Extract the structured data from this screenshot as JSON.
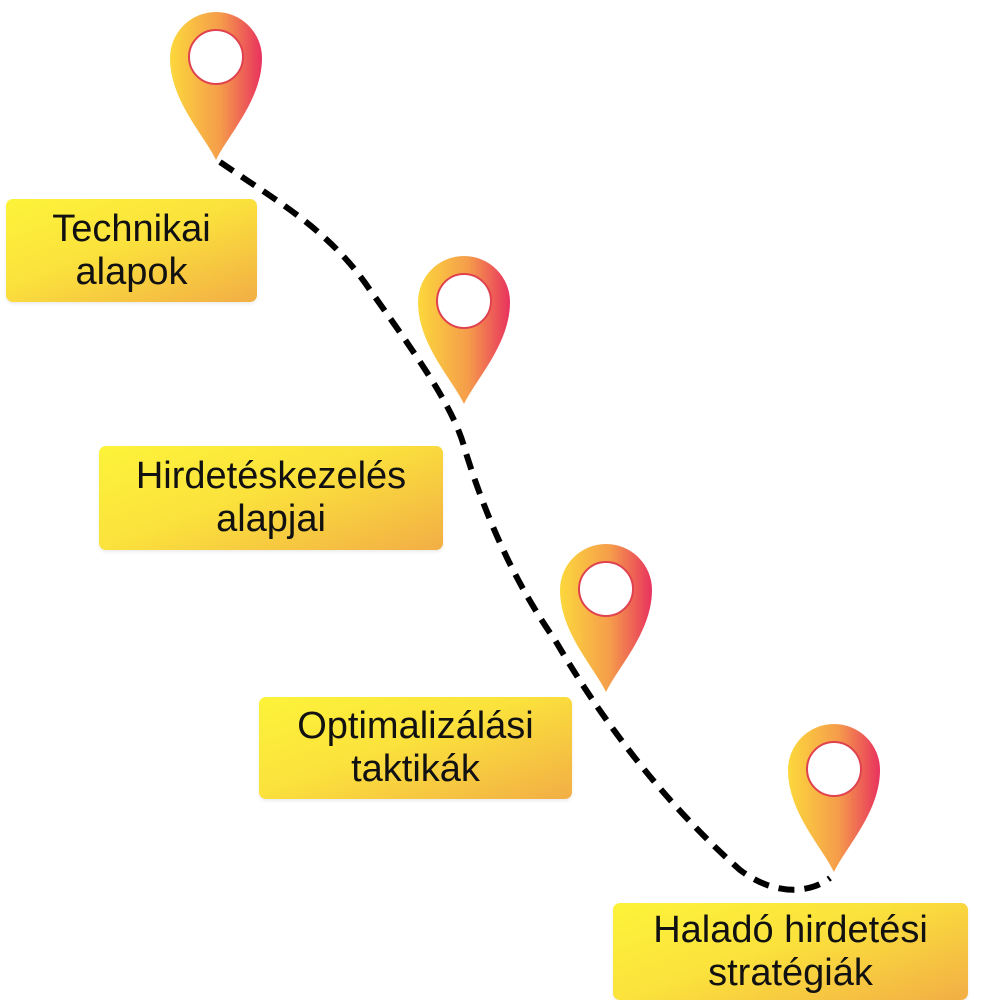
{
  "colors": {
    "pin_gradient_start": "#fcd83c",
    "pin_gradient_mid": "#f59c4b",
    "pin_gradient_end": "#e8325e",
    "label_gradient_start": "#fdf33a",
    "label_gradient_end": "#f2ae45",
    "path_color": "#000000"
  },
  "steps": [
    {
      "line1": "Technikai",
      "line2": "alapok",
      "icon": "map-pin-icon"
    },
    {
      "line1": "Hirdetéskezelés",
      "line2": "alapjai",
      "icon": "map-pin-icon"
    },
    {
      "line1": "Optimalizálási",
      "line2": "taktikák",
      "icon": "map-pin-icon"
    },
    {
      "line1": "Haladó hirdetési",
      "line2": "stratégiák",
      "icon": "map-pin-icon"
    }
  ]
}
